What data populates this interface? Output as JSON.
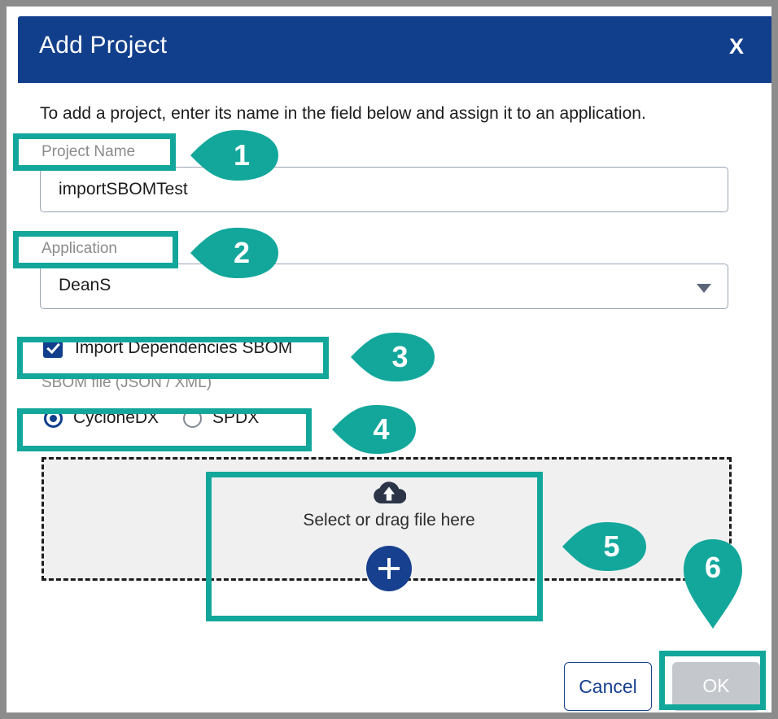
{
  "dialog": {
    "title": "Add Project",
    "close_label": "X",
    "intro": "To add a project, enter its name in the field below and assign it to an application.",
    "header_color": "#123F8C"
  },
  "fields": {
    "project_name": {
      "label": "Project Name",
      "value": "importSBOMTest",
      "placeholder": ""
    },
    "application": {
      "label": "Application",
      "value": "DeanS",
      "arrow_icon": "chevron-down-icon"
    }
  },
  "checkbox": {
    "label": "Import Dependencies SBOM",
    "checked": true
  },
  "sbom": {
    "file_label": "SBOM file (JSON / XML)",
    "formats": [
      {
        "label": "CycloneDX",
        "selected": true
      },
      {
        "label": "SPDX",
        "selected": false
      }
    ]
  },
  "dropzone": {
    "cloud_icon": "cloud-upload-icon",
    "text": "Select or drag file here",
    "plus_icon": "plus-icon"
  },
  "footer": {
    "cancel_label": "Cancel",
    "ok_label": "OK"
  },
  "annotations": {
    "accent_color": "#13A79C",
    "markers": [
      {
        "id": "1",
        "label": "1",
        "target": "project-name-label",
        "direction": "left"
      },
      {
        "id": "2",
        "label": "2",
        "target": "application-label",
        "direction": "left"
      },
      {
        "id": "3",
        "label": "3",
        "target": "import-dependencies-checkbox",
        "direction": "left"
      },
      {
        "id": "4",
        "label": "4",
        "target": "sbom-format-radio-group",
        "direction": "left"
      },
      {
        "id": "5",
        "label": "5",
        "target": "file-dropzone",
        "direction": "left"
      },
      {
        "id": "6",
        "label": "6",
        "target": "ok-button",
        "direction": "down"
      }
    ]
  }
}
